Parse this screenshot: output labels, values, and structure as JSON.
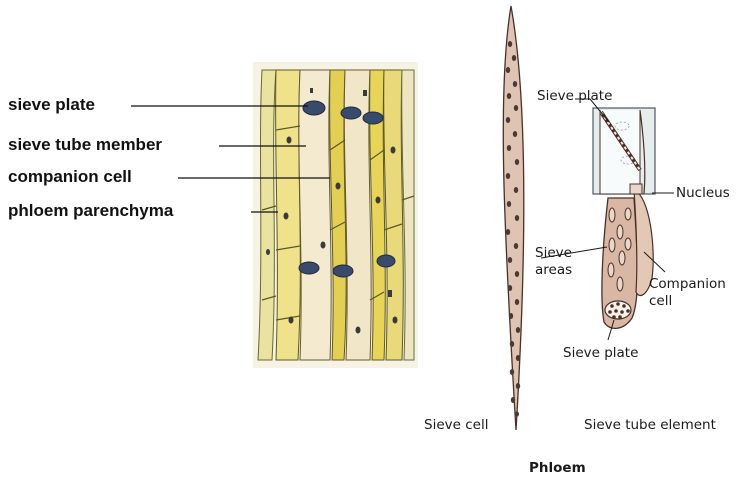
{
  "left_panel": {
    "labels": [
      "sieve plate",
      "sieve tube member",
      "companion cell",
      "phloem parenchyma"
    ]
  },
  "right_panel": {
    "labels": {
      "sieve_plate_top": "Sieve plate",
      "nucleus": "Nucleus",
      "sieve_areas_line1": "Sieve",
      "sieve_areas_line2": "areas",
      "companion_line1": "Companion",
      "companion_line2": "cell",
      "sieve_plate_bottom": "Sieve plate",
      "sieve_cell": "Sieve cell",
      "sieve_tube_element": "Sieve tube element"
    },
    "caption": "Phloem"
  }
}
